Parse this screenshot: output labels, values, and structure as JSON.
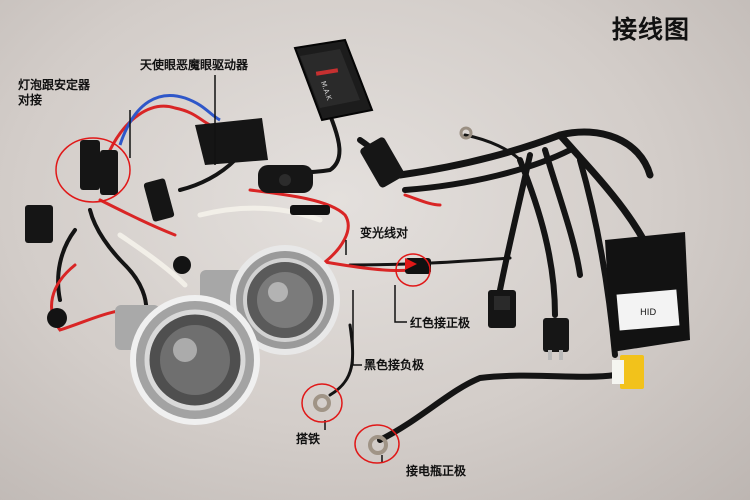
{
  "title": "接线图",
  "labels": {
    "angel_eye_driver": "天使眼恶魔眼驱动器",
    "bulb_ballast_line1": "灯泡跟安定器",
    "bulb_ballast_line2": "对接",
    "dimmer_connect": "变光线对",
    "red_positive": "红色接正极",
    "black_negative": "黑色接负极",
    "ground": "搭铁",
    "battery_positive": "接电瓶正极"
  },
  "markings": {
    "ballast_brand": "M.A.K",
    "relay_label": "HID"
  },
  "colors": {
    "wire_black": "#141414",
    "wire_red": "#d92525",
    "wire_blue": "#2f57c9",
    "callout_red": "#e01818",
    "connector_yellow": "#f2c21b",
    "background": "#d6d1ce"
  }
}
